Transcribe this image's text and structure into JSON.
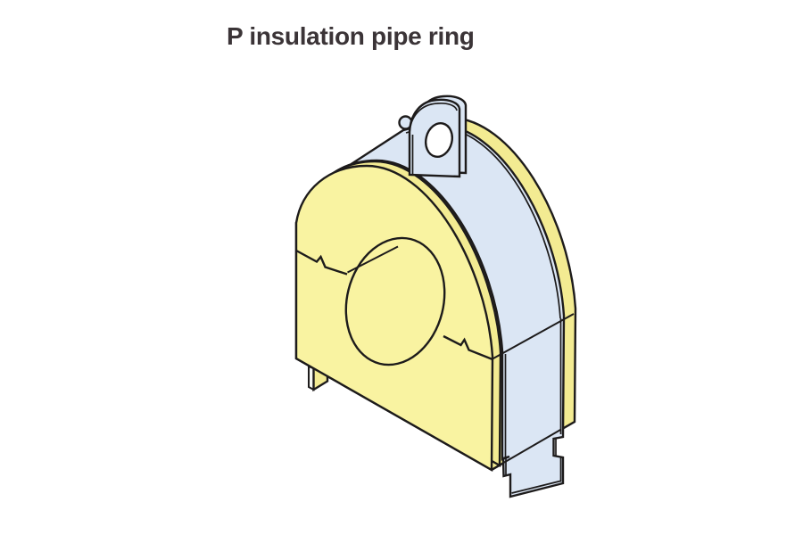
{
  "title": "P insulation pipe ring",
  "colors": {
    "background": "#ffffff",
    "insulation": "#f9f3a1",
    "insulation_shade": "#f3eb92",
    "metal": "#dbe6f4",
    "metal_light": "#f6f8f2",
    "outline": "#1d1b1b",
    "title_text": "#3b3437"
  },
  "illustration": {
    "name": "isometric-view-p-insulation-pipe-ring",
    "parts": [
      "insulation half-shells",
      "steel clamp band",
      "mounting ear with bolt hole",
      "rivet",
      "locking strap end with notches",
      "split line between halves"
    ]
  }
}
